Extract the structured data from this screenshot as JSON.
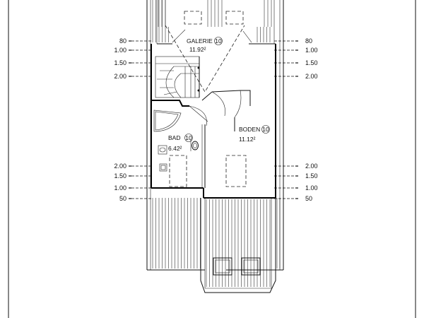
{
  "dimensions": {
    "left": [
      {
        "label": "80"
      },
      {
        "label": "1.00"
      },
      {
        "label": "1.50"
      },
      {
        "label": "2.00"
      },
      {
        "label": "2.00"
      },
      {
        "label": "1.50"
      },
      {
        "label": "1.00"
      },
      {
        "label": "50"
      }
    ],
    "right": [
      {
        "label": "80"
      },
      {
        "label": "1.00"
      },
      {
        "label": "1.50"
      },
      {
        "label": "2.00"
      },
      {
        "label": "2.00"
      },
      {
        "label": "1.50"
      },
      {
        "label": "1.00"
      },
      {
        "label": "50"
      }
    ]
  },
  "rooms": {
    "galerie": {
      "name": "GALERIE",
      "number": "10",
      "area": "11.92²"
    },
    "bad": {
      "name": "BAD",
      "number": "10",
      "area": "6.42²"
    },
    "boden": {
      "name": "BODEN",
      "number": "10",
      "area": "11.12²"
    }
  }
}
